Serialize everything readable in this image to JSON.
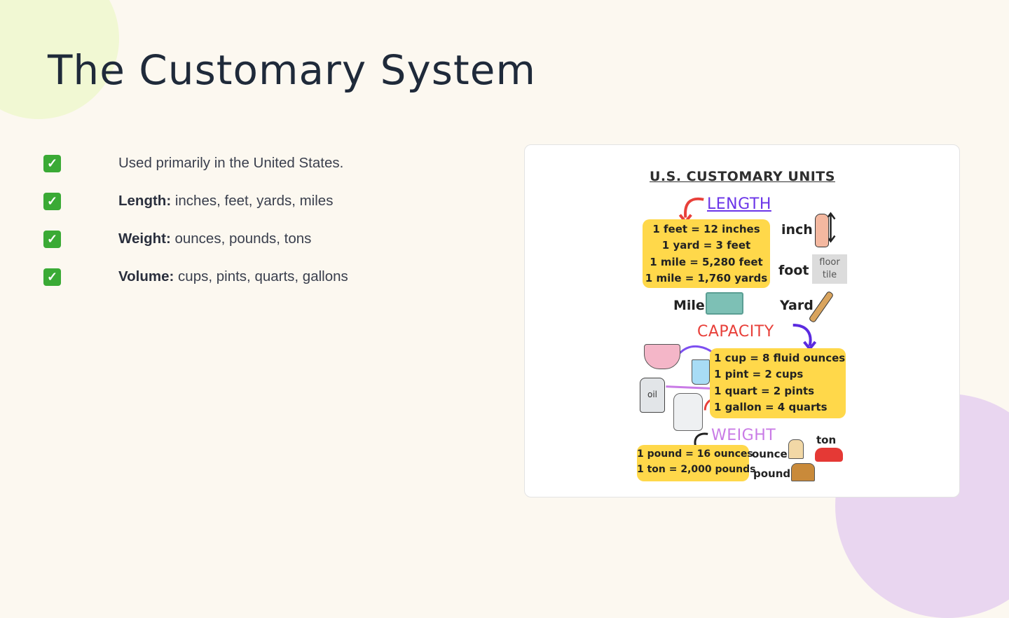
{
  "slide": {
    "title": "The Customary System"
  },
  "bullets": [
    {
      "icon": "check-mark-icon",
      "label": "",
      "text": "Used primarily in the United States."
    },
    {
      "icon": "check-mark-icon",
      "label": "Length:",
      "text": " inches, feet, yards, miles"
    },
    {
      "icon": "check-mark-icon",
      "label": "Weight:",
      "text": " ounces, pounds, tons"
    },
    {
      "icon": "check-mark-icon",
      "label": "Volume:",
      "text": " cups, pints, quarts, gallons"
    }
  ],
  "infographic": {
    "title": "U.S. CUSTOMARY UNITS",
    "length": {
      "heading": "LENGTH",
      "facts": [
        "1 feet = 12 inches",
        "1 yard = 3 feet",
        "1 mile = 5,280 feet",
        "1 mile = 1,760 yards"
      ],
      "labels": {
        "inch": "inch",
        "foot": "foot",
        "floor": "floor",
        "tile": "tile",
        "mile": "Mile",
        "yard": "Yard"
      }
    },
    "capacity": {
      "heading": "CAPACITY",
      "facts": [
        "1 cup = 8 fluid ounces",
        "1 pint = 2 cups",
        "1 quart = 2 pints",
        "1 gallon = 4 quarts"
      ],
      "oil_label": "oil"
    },
    "weight": {
      "heading": "WEIGHT",
      "facts": [
        "1 pound = 16 ounces",
        "1 ton = 2,000 pounds"
      ],
      "labels": {
        "ounce": "ounce",
        "pound": "pound",
        "ton": "ton"
      }
    }
  },
  "colors": {
    "background": "#fcf8f0",
    "title": "#1f2a3a",
    "check": "#3aaa35",
    "blob_green": "#f1f8d3",
    "blob_purple": "#e9d6f0",
    "highlight_yellow": "#ffd84a",
    "length_purple": "#6b35e8",
    "capacity_red": "#e8403a",
    "weight_lilac": "#c97be6"
  }
}
